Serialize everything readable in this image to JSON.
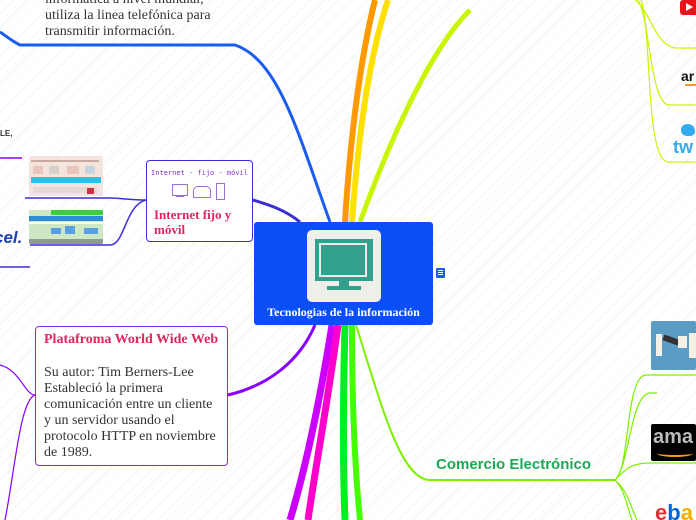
{
  "central_topic": {
    "title": "Tecnologias de la información",
    "icon": "monitor-icon",
    "note_icon": "note-icon",
    "colors": {
      "fill": "#0a4ff5",
      "icon_bg": "#eeeeea",
      "screen": "#33a08d"
    }
  },
  "topics": {
    "internet_desc": {
      "lines": [
        "informática a nivel mundial,",
        "utiliza la linea telefónica para",
        "transmitir información."
      ],
      "branch_color": "#1a5cf0"
    },
    "internet_fijo_movil": {
      "title": "Internet fijo y móvil",
      "image_caption": "Internet - fijo - móvil",
      "border_color": "#3b2fd6",
      "title_color": "#e0255f",
      "left_labels": [
        "LE,",
        "cel."
      ]
    },
    "www": {
      "title": "Platafroma World Wide Web",
      "body_lines": [
        "Su autor: Tim Berners-Lee",
        "Estableció la primera",
        "comunicación entre un cliente",
        "y un servidor usando el",
        "protocolo HTTP en noviembre",
        "de 1989."
      ],
      "border_color": "#8a2be2",
      "title_color": "#e0255f"
    },
    "comercio": {
      "title": "Comercio Electrónico",
      "color": "#1aaa55",
      "branch_color": "#7cf000"
    },
    "right_top_images": [
      "youtube-logo",
      "amazon-logo",
      "twitter-logo"
    ],
    "right_bottom_images": [
      "online-payment-illustration",
      "amazon-logo",
      "ebay-logo"
    ]
  },
  "branch_colors": [
    "#1a5cf0",
    "#ff9900",
    "#ffe000",
    "#c8f500",
    "#8800ff",
    "#ff00cc",
    "#cc00ff",
    "#00f020",
    "#44ff00",
    "#7cf000"
  ]
}
